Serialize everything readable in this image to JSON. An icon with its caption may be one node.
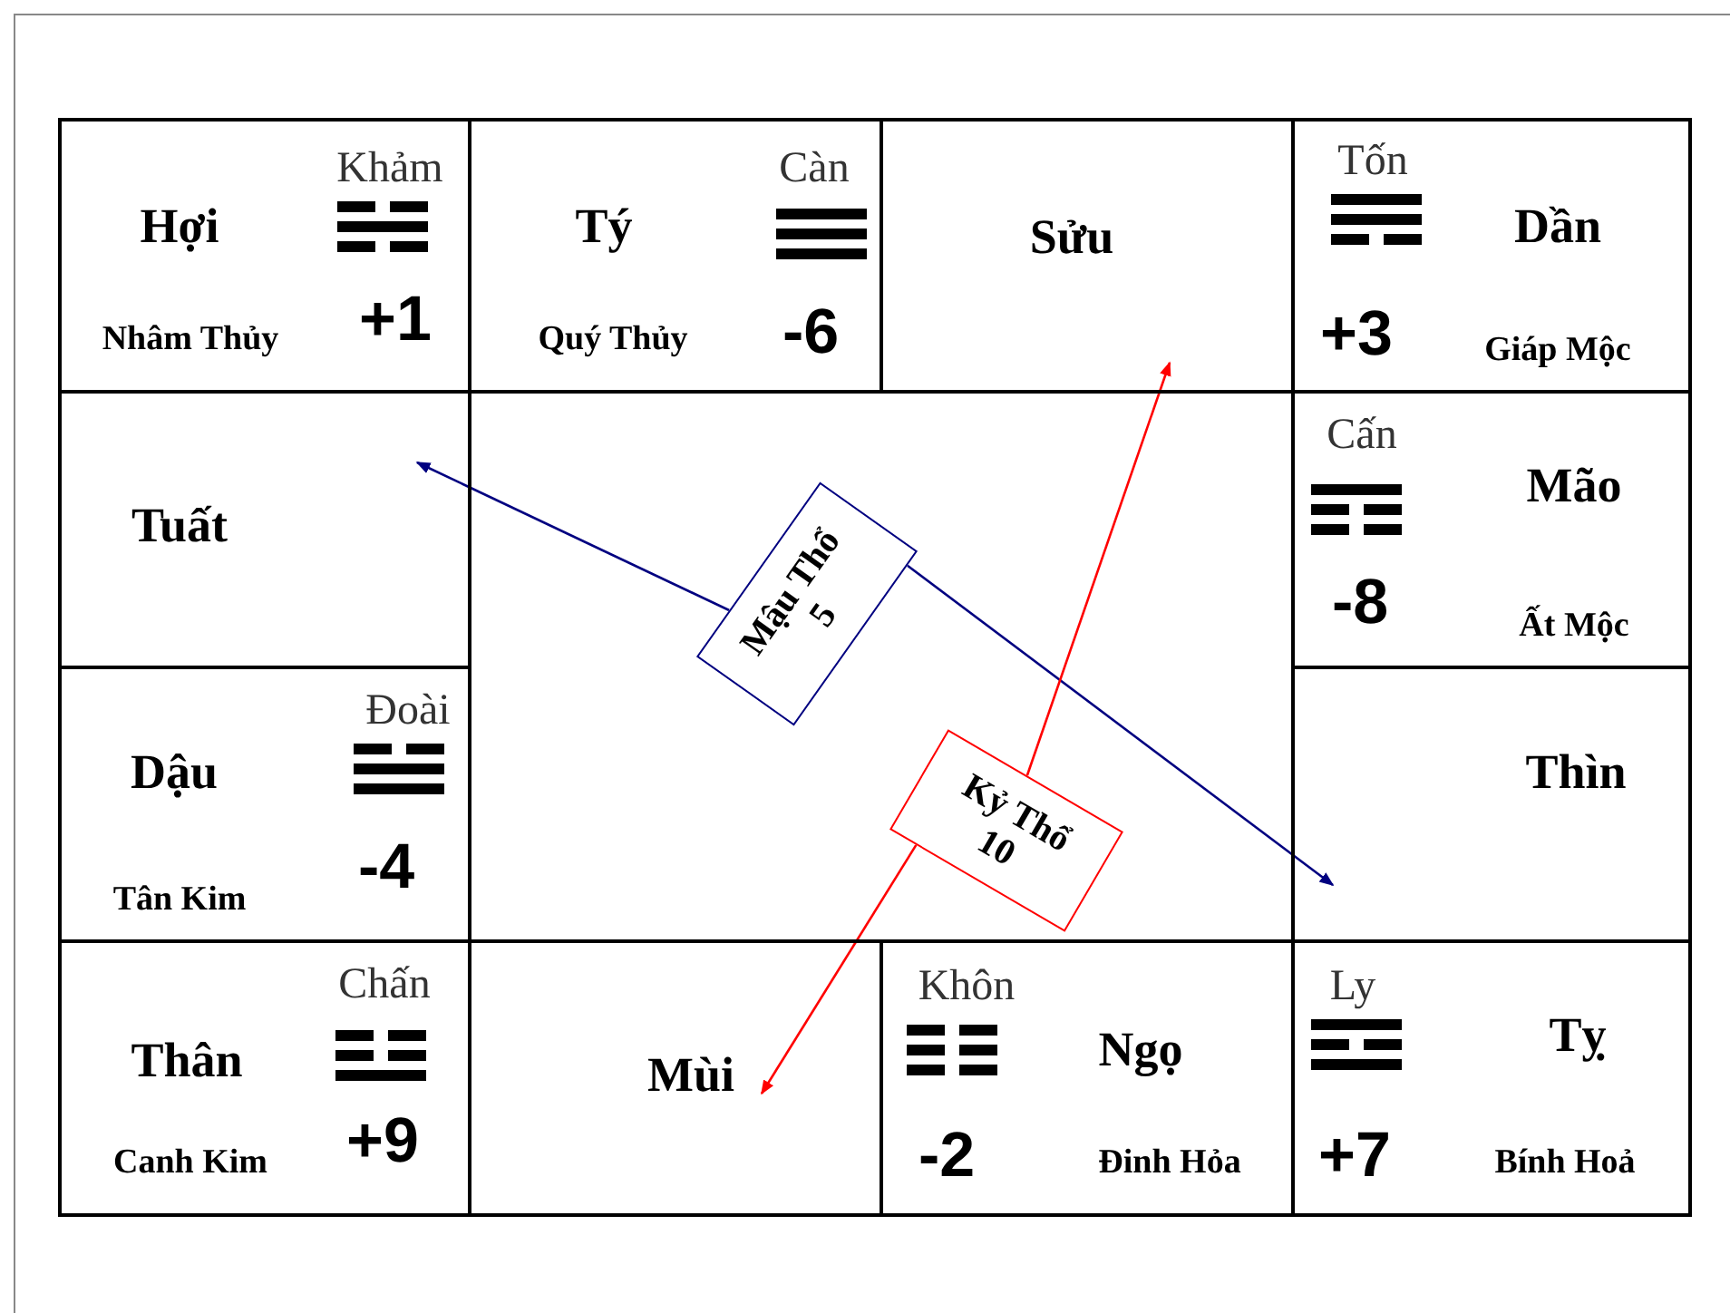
{
  "diagram": {
    "nodes": [
      {
        "text": [
          "Hợi",
          "Khảm",
          "Nhâm Thủy",
          "+1"
        ]
      },
      {
        "text": [
          "Tý",
          "Càn",
          "Quý Thủy",
          "-6"
        ]
      },
      {
        "text": [
          "Sửu"
        ]
      },
      {
        "text": [
          "Dần",
          "Tốn",
          "Giáp Mộc",
          "+3"
        ]
      },
      {
        "text": [
          "Tuất"
        ]
      },
      {
        "text": [
          "Mão",
          "Cấn",
          "Ất Mộc",
          "-8"
        ]
      },
      {
        "text": [
          "Mậu Thổ",
          "5"
        ]
      },
      {
        "text": [
          "Dậu",
          "Đoài",
          "Tân Kim",
          "-4"
        ]
      },
      {
        "text": [
          "Kỷ Thổ",
          "10"
        ]
      },
      {
        "text": [
          "Thìn"
        ]
      },
      {
        "text": [
          "Thân",
          "Chấn",
          "Canh Kim",
          "+9"
        ]
      },
      {
        "text": [
          "Mùi"
        ]
      },
      {
        "text": [
          "Ngọ",
          "Khôn",
          "Đinh Hỏa",
          "-2"
        ]
      },
      {
        "text": [
          "Tỵ",
          "Ly",
          "Bính Hoả",
          "+7"
        ]
      }
    ],
    "edges": [
      {
        "from": 6,
        "to": 4,
        "arrow": "to",
        "color": "#000080"
      },
      {
        "from": 6,
        "to": 9,
        "arrow": "to",
        "color": "#000080"
      },
      {
        "from": 8,
        "to": 2,
        "arrow": "to",
        "color": "#ff0000"
      },
      {
        "from": 8,
        "to": 11,
        "arrow": "to",
        "color": "#ff0000"
      }
    ]
  }
}
